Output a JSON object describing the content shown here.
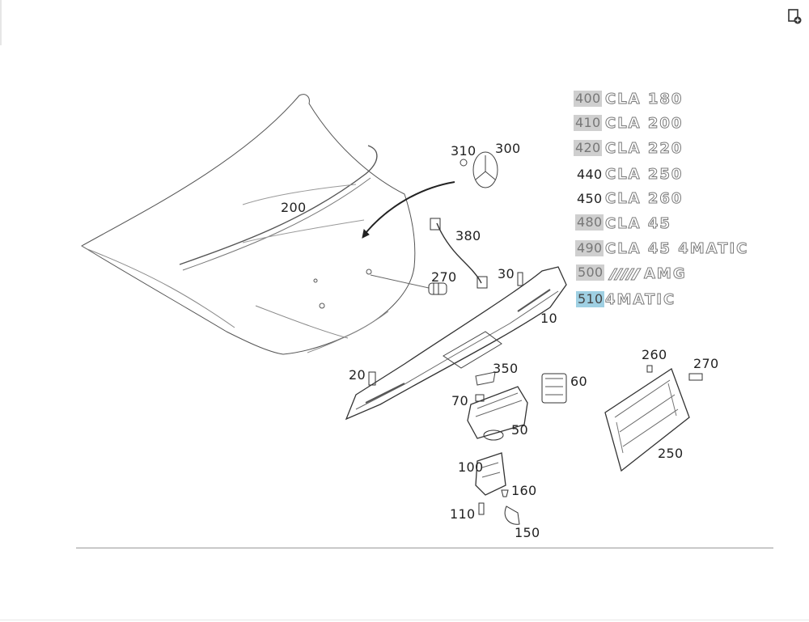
{
  "toolbar": {
    "icon": "page-add-icon"
  },
  "callouts": {
    "c10": "10",
    "c20": "20",
    "c30": "30",
    "c50": "50",
    "c60": "60",
    "c70": "70",
    "c100": "100",
    "c110": "110",
    "c150": "150",
    "c160": "160",
    "c200": "200",
    "c250": "250",
    "c260": "260",
    "c270a": "270",
    "c270b": "270",
    "c300": "300",
    "c310": "310",
    "c350": "350",
    "c380": "380",
    "c400": "400",
    "c410": "410",
    "c420": "420",
    "c440": "440",
    "c450": "450",
    "c480": "480",
    "c490": "490",
    "c500": "500",
    "c510": "510"
  },
  "badges": {
    "b400": "CLA 180",
    "b410": "CLA 200",
    "b420": "CLA 220",
    "b440": "CLA 250",
    "b450": "CLA 260",
    "b480": "CLA 45",
    "b490": "CLA 45 4MATIC",
    "b500": "AMG",
    "b510": "4MATIC"
  },
  "colors": {
    "highlight": "#cfcfcf",
    "selected": "#9fd0e3",
    "line": "#444444"
  }
}
